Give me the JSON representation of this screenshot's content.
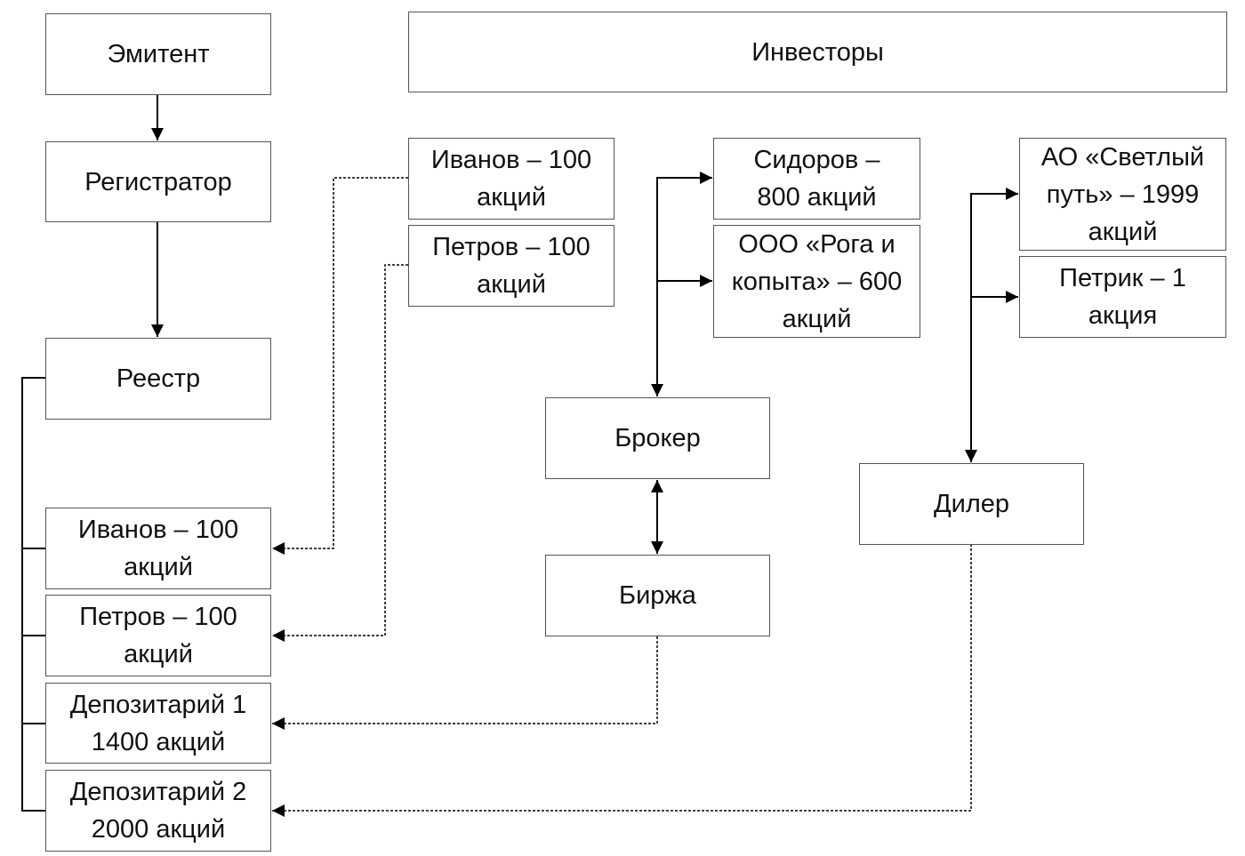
{
  "diagram": {
    "nodes": {
      "issuer": "Эмитент",
      "investors": "Инвесторы",
      "registrar": "Регистратор",
      "registry": "Реестр",
      "investor_ivanov": "Иванов – 100 акций",
      "investor_petrov": "Петров – 100 акций",
      "client_sidorov": "Сидоров – 800 акций",
      "client_roga": "ООО «Рога и копыта» – 600 акций",
      "client_svetly": "АО «Светлый путь» – 1999 акций",
      "client_petrik": "Петрик – 1 акция",
      "broker": "Брокер",
      "exchange": "Биржа",
      "dealer": "Дилер",
      "registry_ivanov": "Иванов – 100 акций",
      "registry_petrov": "Петров – 100 акций",
      "depository_1": "Депозитарий 1 1400 акций",
      "depository_2": "Депозитарий 2 2000 акций"
    },
    "edges": [
      {
        "from": "Эмитент",
        "to": "Регистратор",
        "style": "solid",
        "arrow": "end"
      },
      {
        "from": "Регистратор",
        "to": "Реестр",
        "style": "solid",
        "arrow": "end"
      },
      {
        "from": "Реестр",
        "to": "Иванов – 100 акций / Петров – 100 акций / Депозитарий 1 / Депозитарий 2",
        "style": "solid",
        "arrow": "none"
      },
      {
        "from": "Брокер",
        "to": "Сидоров – 800 акций / ООО «Рога и копыта»",
        "style": "solid",
        "arrow": "both"
      },
      {
        "from": "Брокер",
        "to": "Биржа",
        "style": "solid",
        "arrow": "both"
      },
      {
        "from": "Дилер",
        "to": "АО «Светлый путь» / Петрик",
        "style": "solid",
        "arrow": "both"
      },
      {
        "from": "Иванов (инвестор)",
        "to": "Иванов (реестр)",
        "style": "dotted",
        "arrow": "end"
      },
      {
        "from": "Петров (инвестор)",
        "to": "Петров (реестр)",
        "style": "dotted",
        "arrow": "end"
      },
      {
        "from": "Биржа",
        "to": "Депозитарий 1",
        "style": "dotted",
        "arrow": "end"
      },
      {
        "from": "Дилер",
        "to": "Депозитарий 2",
        "style": "dotted",
        "arrow": "end"
      }
    ]
  }
}
